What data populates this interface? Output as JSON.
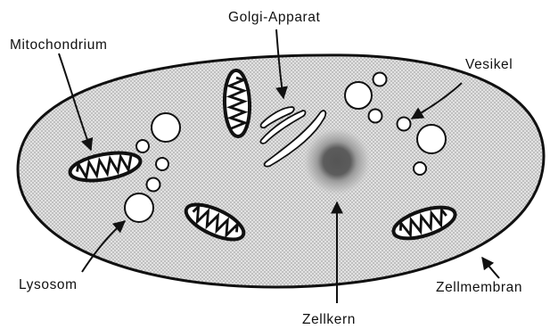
{
  "labels": {
    "golgi": "Golgi-Apparat",
    "mitochondrium": "Mitochondrium",
    "vesikel": "Vesikel",
    "lysosom": "Lysosom",
    "zellkern": "Zellkern",
    "zellmembran": "Zellmembran"
  },
  "colors": {
    "ink": "#111111",
    "cytoplasm_base": "#e2e2e2",
    "cytoplasm_dots": "#7a7a7a",
    "nucleus_halo": "#a0a0a0",
    "nucleus_core": "#555555",
    "organelle_fill": "#ffffff"
  }
}
